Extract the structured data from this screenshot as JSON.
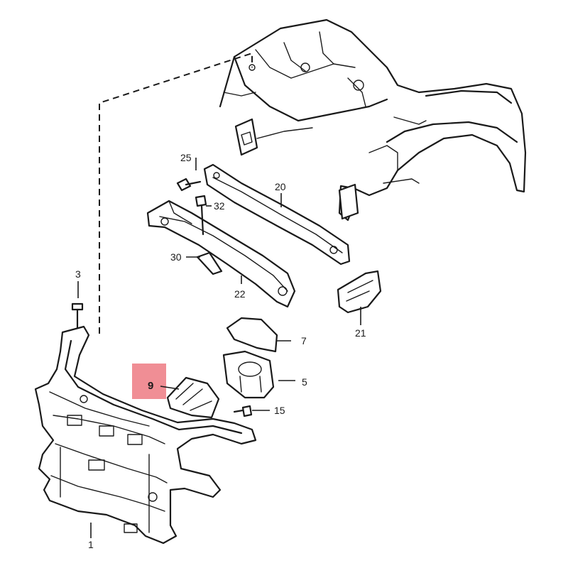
{
  "diagram": {
    "highlight_color": "#f08e95",
    "line_color": "#1a1a1a",
    "callouts": {
      "c1": "1",
      "c3": "3",
      "c5": "5",
      "c7": "7",
      "c9": "9",
      "c15": "15",
      "c20": "20",
      "c21": "21",
      "c22": "22",
      "c25": "25",
      "c30": "30",
      "c32": "32"
    },
    "highlighted_callout": "9"
  }
}
